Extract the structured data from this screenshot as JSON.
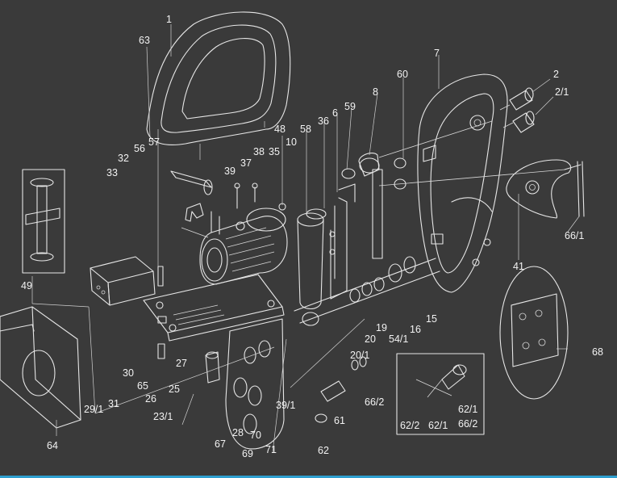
{
  "diagram": {
    "accent_color": "#2e9fcf",
    "background_color": "#3a3a3a",
    "line_color": "#e6e6e6",
    "part_labels": [
      "1",
      "63",
      "56",
      "57",
      "32",
      "33",
      "39",
      "37",
      "38",
      "35",
      "48",
      "10",
      "58",
      "36",
      "6",
      "59",
      "8",
      "60",
      "7",
      "2",
      "2/1",
      "49",
      "66/1",
      "41",
      "68",
      "15",
      "16",
      "54/1",
      "19",
      "20",
      "20/1",
      "66/2",
      "39/1",
      "61",
      "62",
      "62/2",
      "62/1",
      "62/1",
      "66/2",
      "30",
      "65",
      "26",
      "25",
      "27",
      "29/1",
      "31",
      "23/1",
      "64",
      "67",
      "28",
      "69",
      "70",
      "71"
    ]
  }
}
